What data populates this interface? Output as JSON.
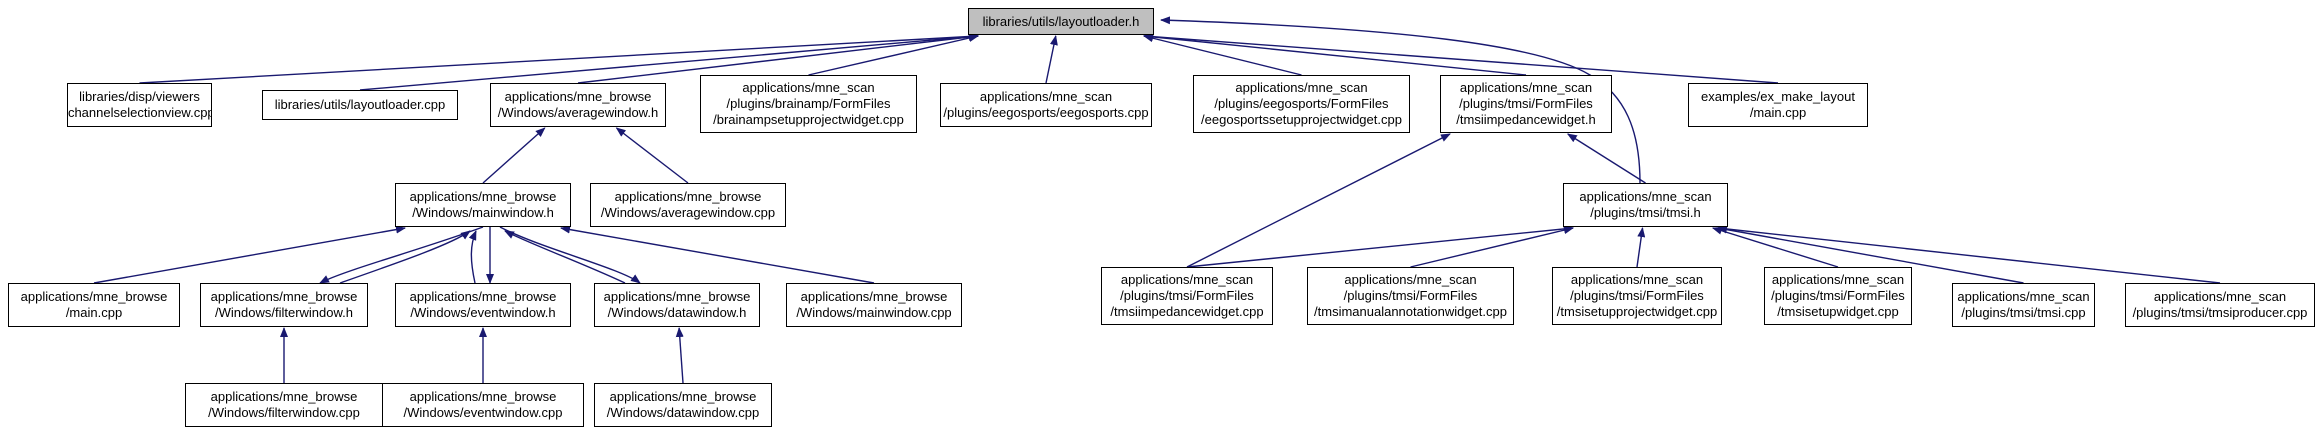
{
  "colors": {
    "edge": "#191970",
    "root_fill": "#bfbfbf",
    "node_fill": "#ffffff",
    "border": "#000000"
  },
  "nodes": [
    {
      "id": "root",
      "lines": [
        "libraries/utils/layoutloader.h"
      ]
    },
    {
      "id": "chsel",
      "lines": [
        "libraries/disp/viewers",
        "/channelselectionview.cpp"
      ]
    },
    {
      "id": "llcpp",
      "lines": [
        "libraries/utils/layoutloader.cpp"
      ]
    },
    {
      "id": "avgh",
      "lines": [
        "applications/mne_browse",
        "/Windows/averagewindow.h"
      ]
    },
    {
      "id": "brain",
      "lines": [
        "applications/mne_scan",
        "/plugins/brainamp/FormFiles",
        "/brainampsetupprojectwidget.cpp"
      ]
    },
    {
      "id": "eegocpp",
      "lines": [
        "applications/mne_scan",
        "/plugins/eegosports/eegosports.cpp"
      ]
    },
    {
      "id": "eegoform",
      "lines": [
        "applications/mne_scan",
        "/plugins/eegosports/FormFiles",
        "/eegosportssetupprojectwidget.cpp"
      ]
    },
    {
      "id": "impedh",
      "lines": [
        "applications/mne_scan",
        "/plugins/tmsi/FormFiles",
        "/tmsiimpedancewidget.h"
      ]
    },
    {
      "id": "exmain",
      "lines": [
        "examples/ex_make_layout",
        "/main.cpp"
      ]
    },
    {
      "id": "mwh",
      "lines": [
        "applications/mne_browse",
        "/Windows/mainwindow.h"
      ]
    },
    {
      "id": "avgcpp",
      "lines": [
        "applications/mne_browse",
        "/Windows/averagewindow.cpp"
      ]
    },
    {
      "id": "tmsih",
      "lines": [
        "applications/mne_scan",
        "/plugins/tmsi/tmsi.h"
      ]
    },
    {
      "id": "maincpp",
      "lines": [
        "applications/mne_browse",
        "/main.cpp"
      ]
    },
    {
      "id": "filth",
      "lines": [
        "applications/mne_browse",
        "/Windows/filterwindow.h"
      ]
    },
    {
      "id": "evth",
      "lines": [
        "applications/mne_browse",
        "/Windows/eventwindow.h"
      ]
    },
    {
      "id": "datah",
      "lines": [
        "applications/mne_browse",
        "/Windows/datawindow.h"
      ]
    },
    {
      "id": "mwcpp",
      "lines": [
        "applications/mne_browse",
        "/Windows/mainwindow.cpp"
      ]
    },
    {
      "id": "impedcpp",
      "lines": [
        "applications/mne_scan",
        "/plugins/tmsi/FormFiles",
        "/tmsiimpedancewidget.cpp"
      ]
    },
    {
      "id": "manual",
      "lines": [
        "applications/mne_scan",
        "/plugins/tmsi/FormFiles",
        "/tmsimanualannotationwidget.cpp"
      ]
    },
    {
      "id": "setupproj",
      "lines": [
        "applications/mne_scan",
        "/plugins/tmsi/FormFiles",
        "/tmsisetupprojectwidget.cpp"
      ]
    },
    {
      "id": "setupw",
      "lines": [
        "applications/mne_scan",
        "/plugins/tmsi/FormFiles",
        "/tmsisetupwidget.cpp"
      ]
    },
    {
      "id": "tmsicpp",
      "lines": [
        "applications/mne_scan",
        "/plugins/tmsi/tmsi.cpp"
      ]
    },
    {
      "id": "producer",
      "lines": [
        "applications/mne_scan",
        "/plugins/tmsi/tmsiproducer.cpp"
      ]
    },
    {
      "id": "filtcpp",
      "lines": [
        "applications/mne_browse",
        "/Windows/filterwindow.cpp"
      ]
    },
    {
      "id": "evtcpp",
      "lines": [
        "applications/mne_browse",
        "/Windows/eventwindow.cpp"
      ]
    },
    {
      "id": "datacpp",
      "lines": [
        "applications/mne_browse",
        "/Windows/datawindow.cpp"
      ]
    }
  ],
  "edges": [
    [
      "chsel",
      "root"
    ],
    [
      "llcpp",
      "root"
    ],
    [
      "avgh",
      "root"
    ],
    [
      "brain",
      "root"
    ],
    [
      "eegocpp",
      "root"
    ],
    [
      "eegoform",
      "root"
    ],
    [
      "impedh",
      "root"
    ],
    [
      "tmsih",
      "root"
    ],
    [
      "exmain",
      "root"
    ],
    [
      "mwh",
      "avgh"
    ],
    [
      "avgcpp",
      "avgh"
    ],
    [
      "impedcpp",
      "impedh"
    ],
    [
      "tmsih",
      "impedh"
    ],
    [
      "maincpp",
      "mwh"
    ],
    [
      "filth",
      "mwh"
    ],
    [
      "evth",
      "mwh"
    ],
    [
      "datah",
      "mwh"
    ],
    [
      "mwcpp",
      "mwh"
    ],
    [
      "impedcpp",
      "tmsih"
    ],
    [
      "manual",
      "tmsih"
    ],
    [
      "setupproj",
      "tmsih"
    ],
    [
      "setupw",
      "tmsih"
    ],
    [
      "tmsicpp",
      "tmsih"
    ],
    [
      "producer",
      "tmsih"
    ],
    [
      "mwh",
      "filth"
    ],
    [
      "mwh",
      "evth"
    ],
    [
      "mwh",
      "datah"
    ],
    [
      "filtcpp",
      "filth"
    ],
    [
      "evtcpp",
      "evth"
    ],
    [
      "datacpp",
      "datah"
    ]
  ]
}
